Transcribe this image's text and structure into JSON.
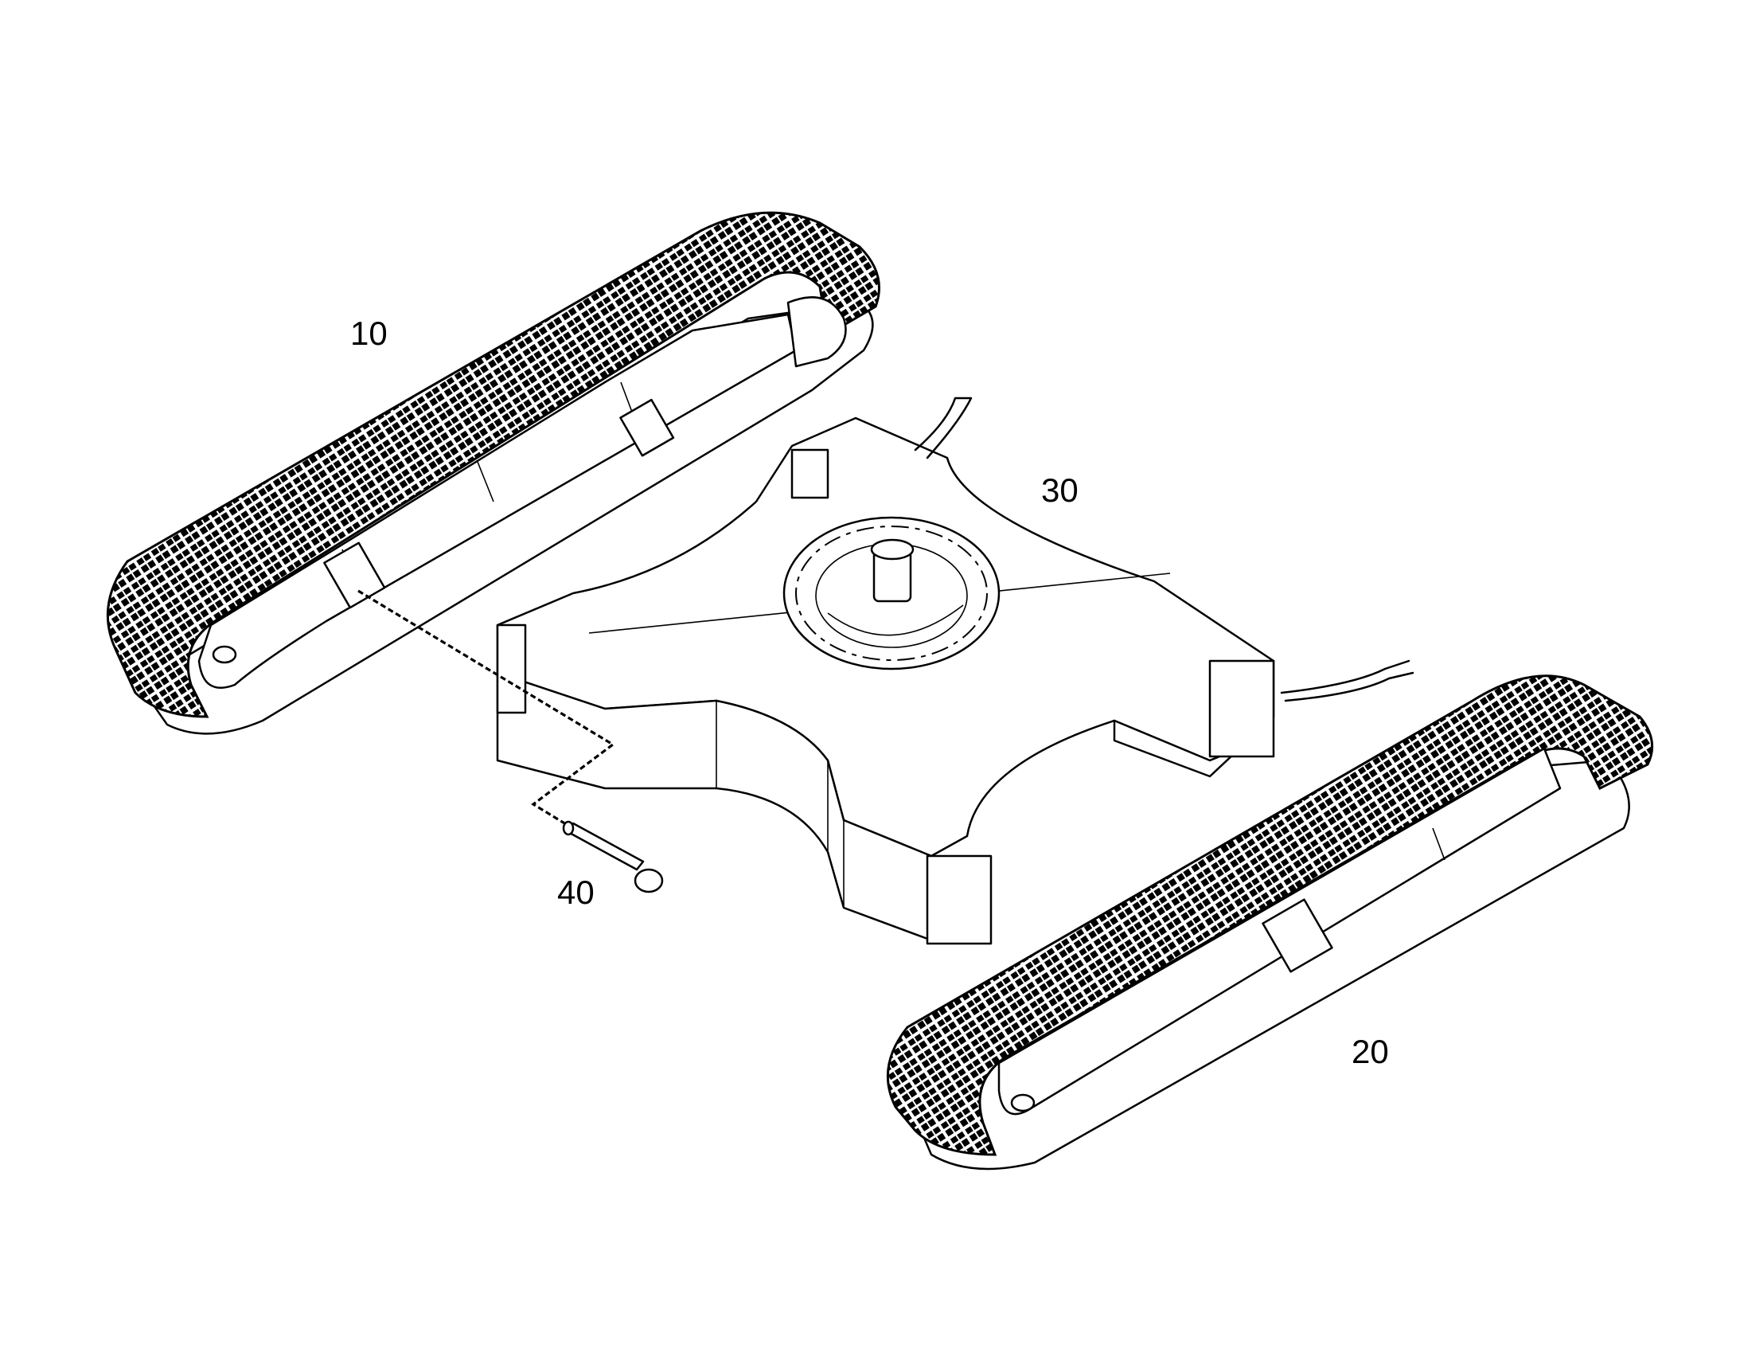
{
  "diagram": {
    "callouts": {
      "left_track": "10",
      "right_track": "20",
      "carbody": "30",
      "pin": "40"
    }
  }
}
